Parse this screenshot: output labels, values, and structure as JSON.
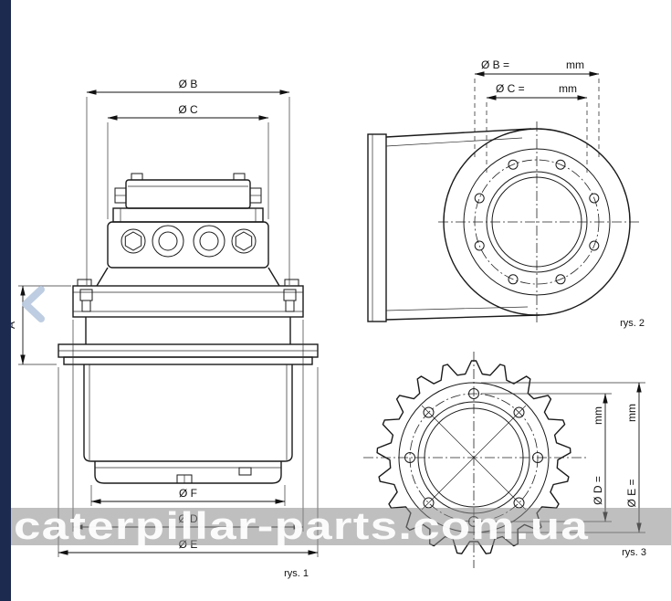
{
  "colors": {
    "line": "#1a1a1a",
    "sidebar": "#1d2a4f",
    "watermark_band": "#8a8a8a",
    "watermark_text": "#ffffff",
    "chevron": "#b9c9de"
  },
  "sidebar": {
    "chevron_icon": "left-chevron"
  },
  "watermark": {
    "text": "caterpillar-parts.com.ua"
  },
  "fig1": {
    "caption": "rys. 1",
    "dim_b": "Ø B",
    "dim_c": "Ø C",
    "dim_a": "A",
    "dim_f": "Ø F",
    "dim_d": "Ø D",
    "dim_e": "Ø E"
  },
  "fig2": {
    "caption": "rys. 2",
    "dim_b_label": "Ø B =",
    "dim_b_unit": "mm",
    "dim_c_label": "Ø C =",
    "dim_c_unit": "mm"
  },
  "fig3": {
    "caption": "rys. 3",
    "dim_d_label": "Ø D =",
    "dim_d_unit": "mm",
    "dim_e_label": "Ø E =",
    "dim_e_unit": "mm"
  }
}
